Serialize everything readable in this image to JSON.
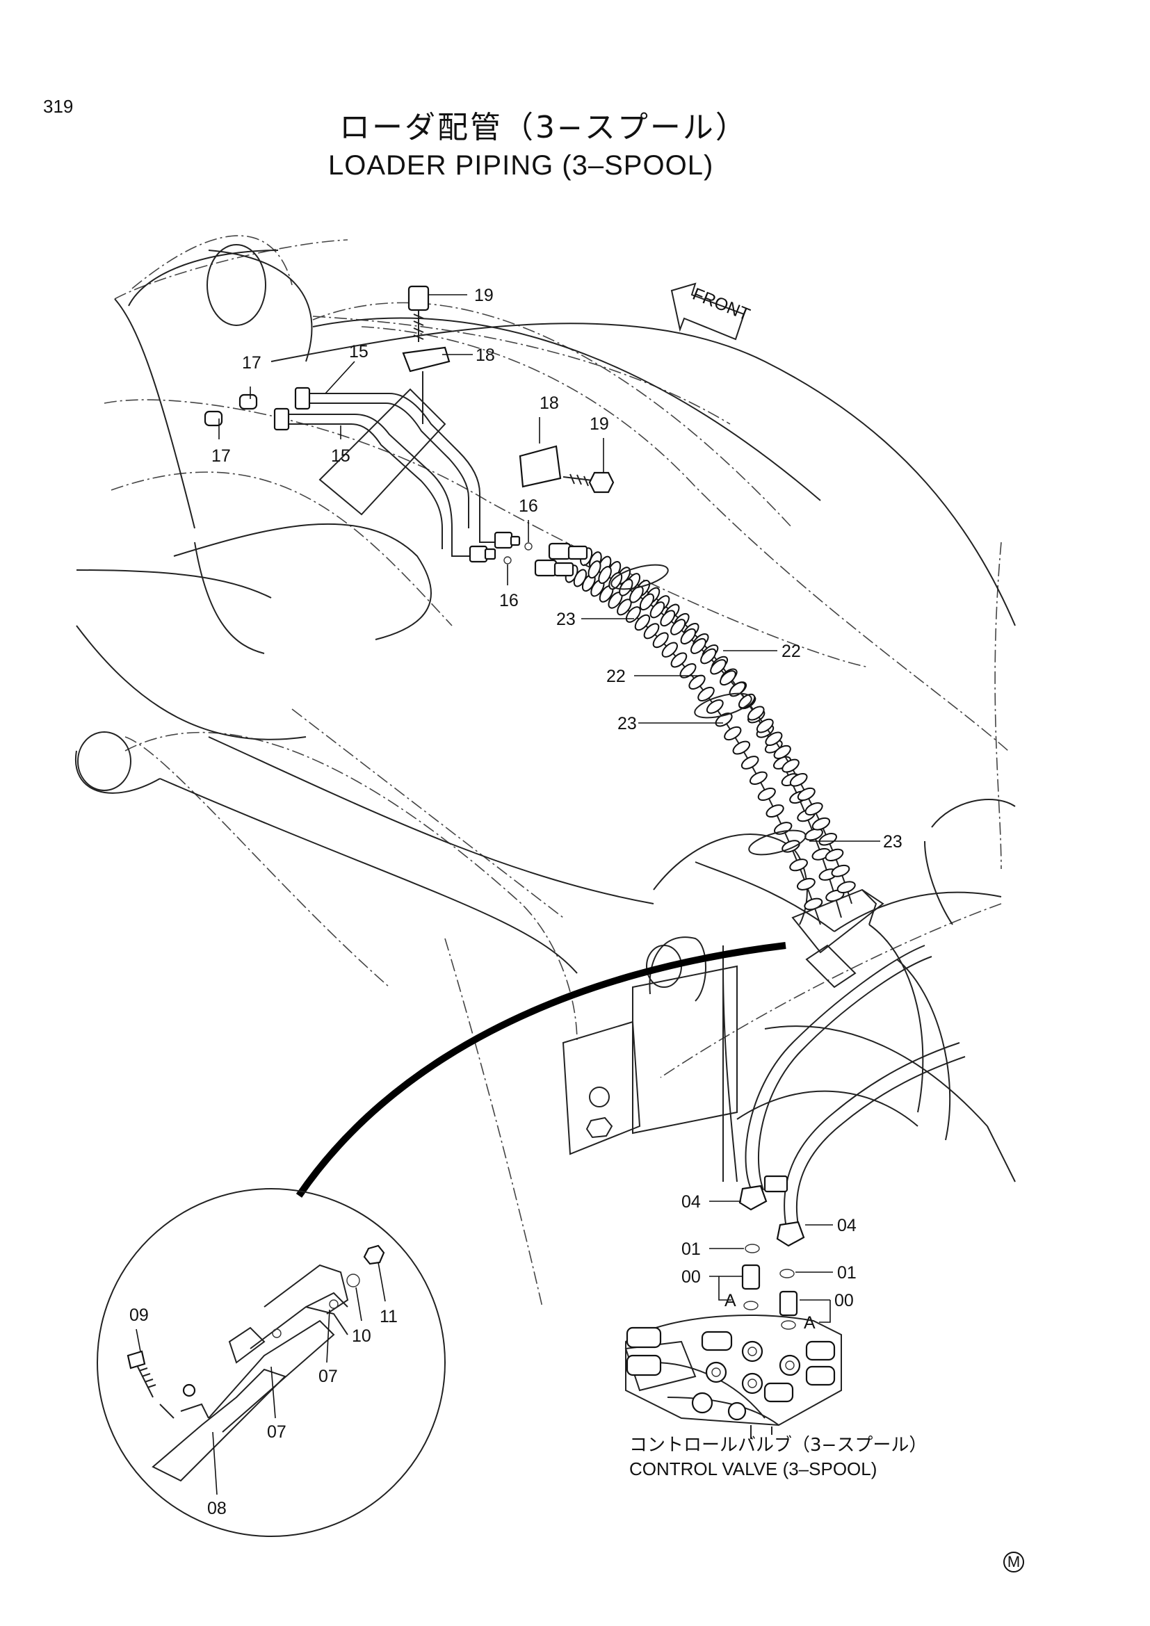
{
  "page": {
    "number": "319",
    "title_ja": "ローダ配管（3−スプール）",
    "title_en": "LOADER PIPING (3–SPOOL)"
  },
  "front_arrow": {
    "label": "FRONT"
  },
  "callouts": {
    "c19a": "19",
    "c18a": "18",
    "c17a": "17",
    "c15a": "15",
    "c17b": "17",
    "c15b": "15",
    "c18b": "18",
    "c19b": "19",
    "c16a": "16",
    "c16b": "16",
    "c23a": "23",
    "c22a": "22",
    "c22b": "22",
    "c23b": "23",
    "c23c": "23",
    "c04a": "04",
    "c04b": "04",
    "c01a": "01",
    "c01b": "01",
    "c00a": "00",
    "c00b": "00",
    "cAa": "A",
    "cAb": "A",
    "c09": "09",
    "c10": "10",
    "c11": "11",
    "c07a": "07",
    "c07b": "07",
    "c08": "08"
  },
  "control_valve": {
    "caption_ja": "コントロールバルブ（3−スプール）",
    "caption_en": "CONTROL VALVE (3–SPOOL)"
  },
  "manufacturer_mark": "M"
}
